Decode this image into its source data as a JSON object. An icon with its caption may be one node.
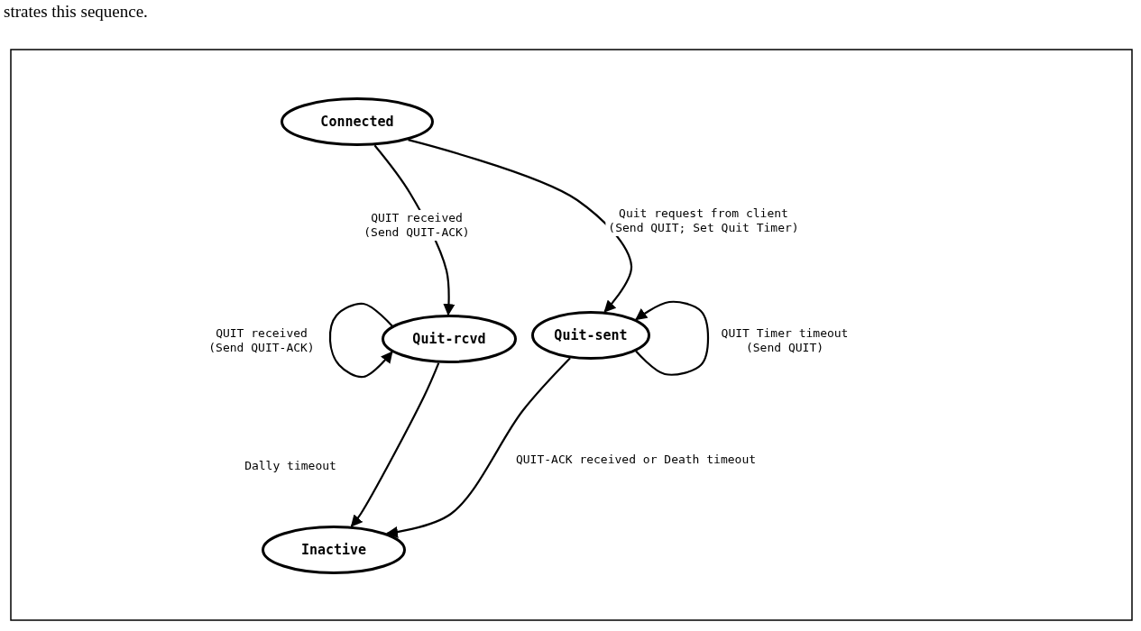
{
  "diagram": {
    "nodes": [
      {
        "text": [
          "Connected"
        ]
      },
      {
        "text": [
          "Quit-rcvd"
        ]
      },
      {
        "text": [
          "Quit-sent"
        ]
      },
      {
        "text": [
          "Inactive"
        ]
      }
    ],
    "edges": [
      {
        "from": 0,
        "to": 1,
        "arrow": "to",
        "label": "QUIT received (Send QUIT-ACK)"
      },
      {
        "from": 0,
        "to": 2,
        "arrow": "to",
        "label": "Quit request from client (Send QUIT; Set Quit Timer)"
      },
      {
        "from": 1,
        "to": 1,
        "arrow": "to",
        "label": "QUIT received (Send QUIT-ACK)"
      },
      {
        "from": 2,
        "to": 2,
        "arrow": "to",
        "label": "QUIT Timer timeout (Send QUIT)"
      },
      {
        "from": 1,
        "to": 3,
        "arrow": "to",
        "label": "Dally timeout"
      },
      {
        "from": 2,
        "to": 3,
        "arrow": "to",
        "label": "QUIT-ACK received or Death timeout"
      }
    ],
    "labels": [
      "strates this sequence."
    ]
  }
}
